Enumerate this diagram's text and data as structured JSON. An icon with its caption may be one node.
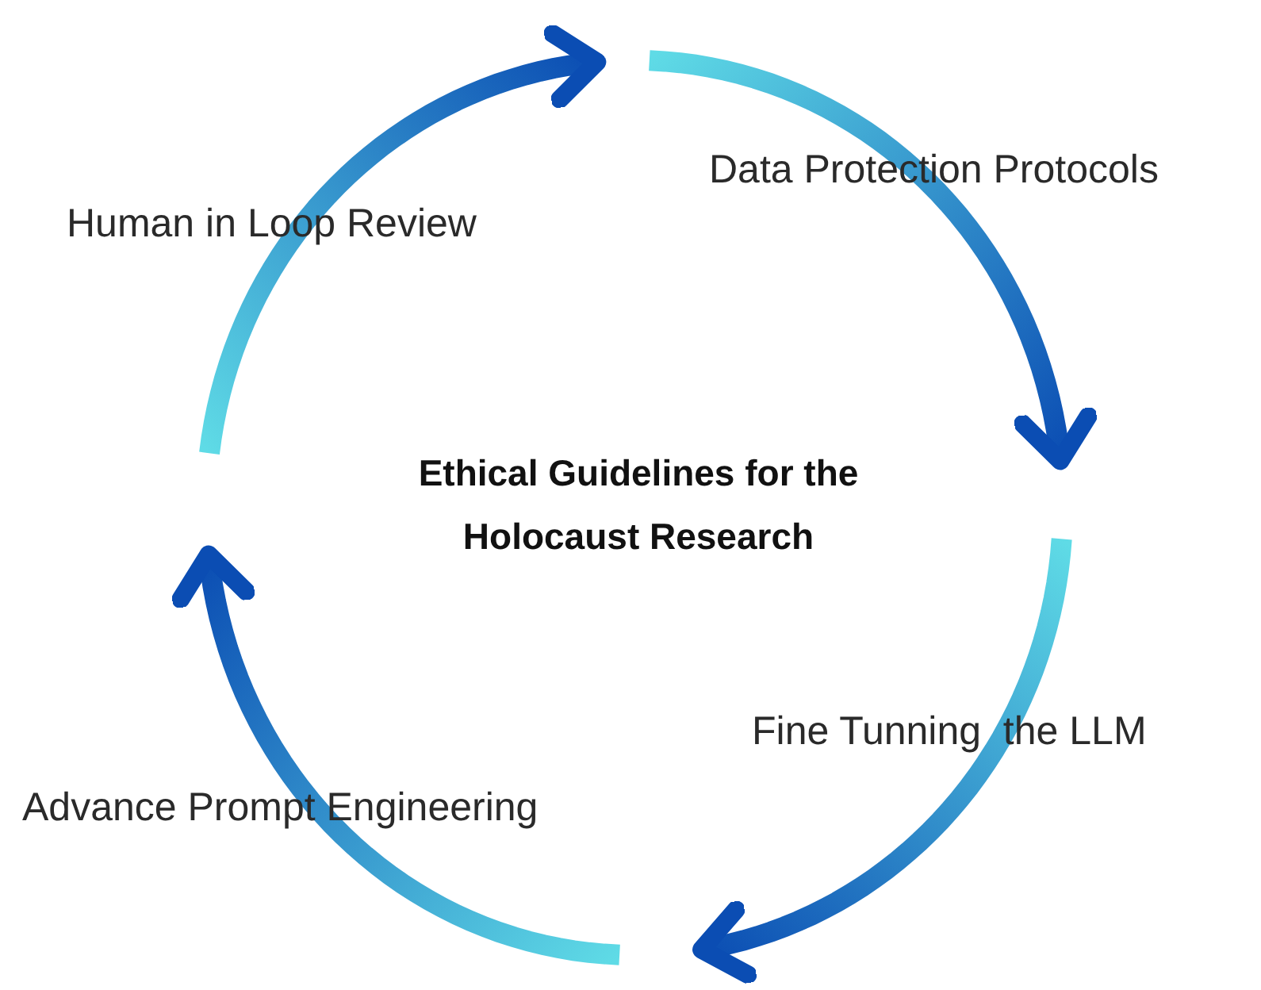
{
  "diagram": {
    "nodes": [
      {
        "text": [
          "Ethical Guidelines for the Holocaust Research"
        ]
      }
    ],
    "labels": [
      "Human in Loop Review",
      "Data Protection Protocols",
      "Fine Tunning  the LLM",
      "Advance Prompt Engineering"
    ]
  }
}
